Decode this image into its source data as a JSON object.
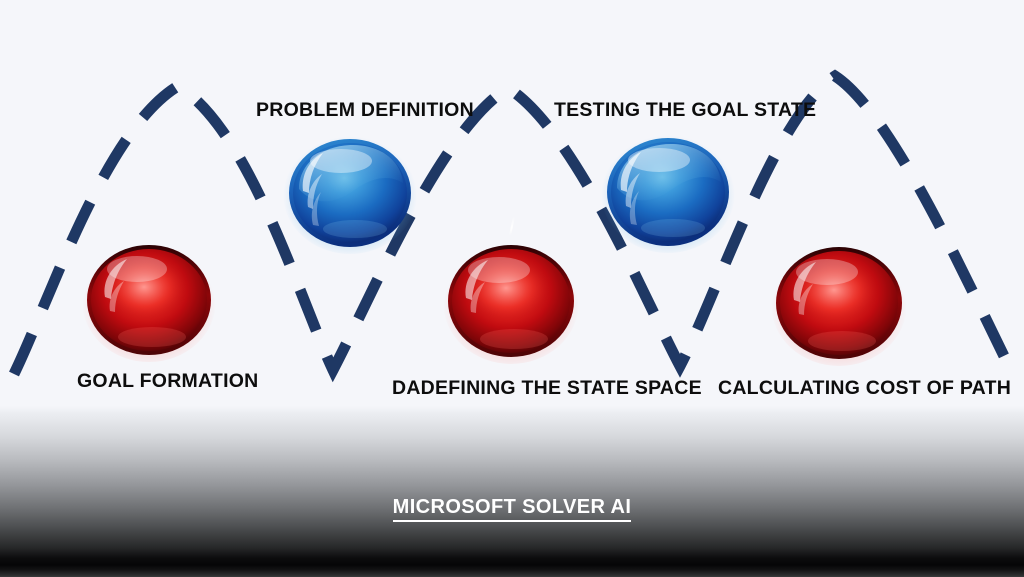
{
  "slide": {
    "background_color": "#f5f6fa",
    "footer_band_color_top": "#f5f6fa",
    "footer_band_color_bottom": "#0a0a0b",
    "wave_color": "#1f3864",
    "label_color": "#0d0d0d",
    "footer_text_color": "#ffffff"
  },
  "title": {
    "text": "MICROSOFT SOLVER AI"
  },
  "steps": [
    {
      "id": "goal-formation",
      "label": "GOAL FORMATION",
      "orb": "red",
      "position": "below"
    },
    {
      "id": "problem-definition",
      "label": "PROBLEM DEFINITION",
      "orb": "blue",
      "position": "above"
    },
    {
      "id": "defining-state-space",
      "label": "DADEFINING THE STATE SPACE",
      "orb": "red",
      "position": "below"
    },
    {
      "id": "testing-goal-state",
      "label": "TESTING THE GOAL STATE",
      "orb": "blue",
      "position": "above"
    },
    {
      "id": "calculating-cost",
      "label": "CALCULATING COST OF PATH",
      "orb": "red",
      "position": "below"
    }
  ],
  "orbs": {
    "red": {
      "highlight": "#ff6b63",
      "mid": "#cc0d12",
      "edge": "#4a0507"
    },
    "blue": {
      "highlight": "#7ec8ef",
      "mid": "#1769c0",
      "edge": "#0a2a63"
    }
  }
}
